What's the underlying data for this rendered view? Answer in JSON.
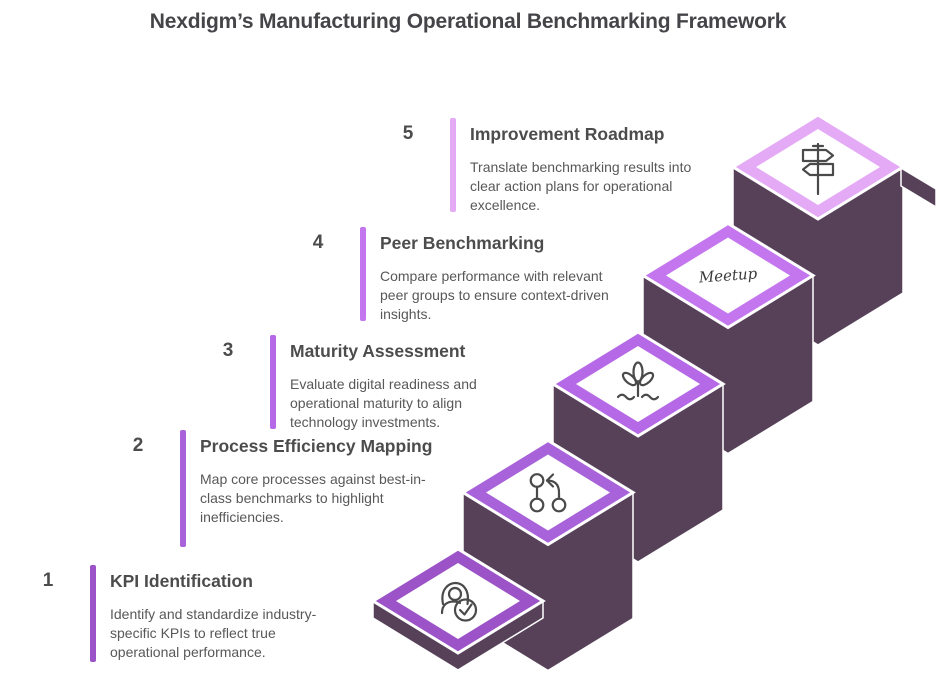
{
  "title": "Nexdigm’s Manufacturing Operational Benchmarking Framework",
  "colors": {
    "block": "#564159",
    "diamond_inner": "#ffffff",
    "icon_stroke": "#4a4a4a",
    "title_text": "#454549",
    "heading_text": "#4c4c4c",
    "body_text": "#58585a",
    "background": "#ffffff"
  },
  "steps": [
    {
      "number": "1",
      "title": "KPI Identification",
      "description": "Identify and standardize industry-specific KPIs to reflect true operational performance.",
      "accent": "#9b53c7",
      "icon": "user-check-icon",
      "icon_label": ""
    },
    {
      "number": "2",
      "title": "Process Efficiency Mapping",
      "description": "Map core processes against best-in-class benchmarks to highlight inefficiencies.",
      "accent": "#a862da",
      "icon": "git-flow-icon",
      "icon_label": ""
    },
    {
      "number": "3",
      "title": "Maturity Assessment",
      "description": "Evaluate digital readiness and operational maturity to align technology investments.",
      "accent": "#b569e6",
      "icon": "sprout-icon",
      "icon_label": ""
    },
    {
      "number": "4",
      "title": "Peer Benchmarking",
      "description": "Compare performance with relevant peer groups to ensure context-driven insights.",
      "accent": "#c476ee",
      "icon": "meetup-logo",
      "icon_label": "Meetup"
    },
    {
      "number": "5",
      "title": "Improvement Roadmap",
      "description": "Translate benchmarking results into clear action plans for operational excellence.",
      "accent": "#e4aaf6",
      "icon": "signpost-icon",
      "icon_label": ""
    }
  ]
}
